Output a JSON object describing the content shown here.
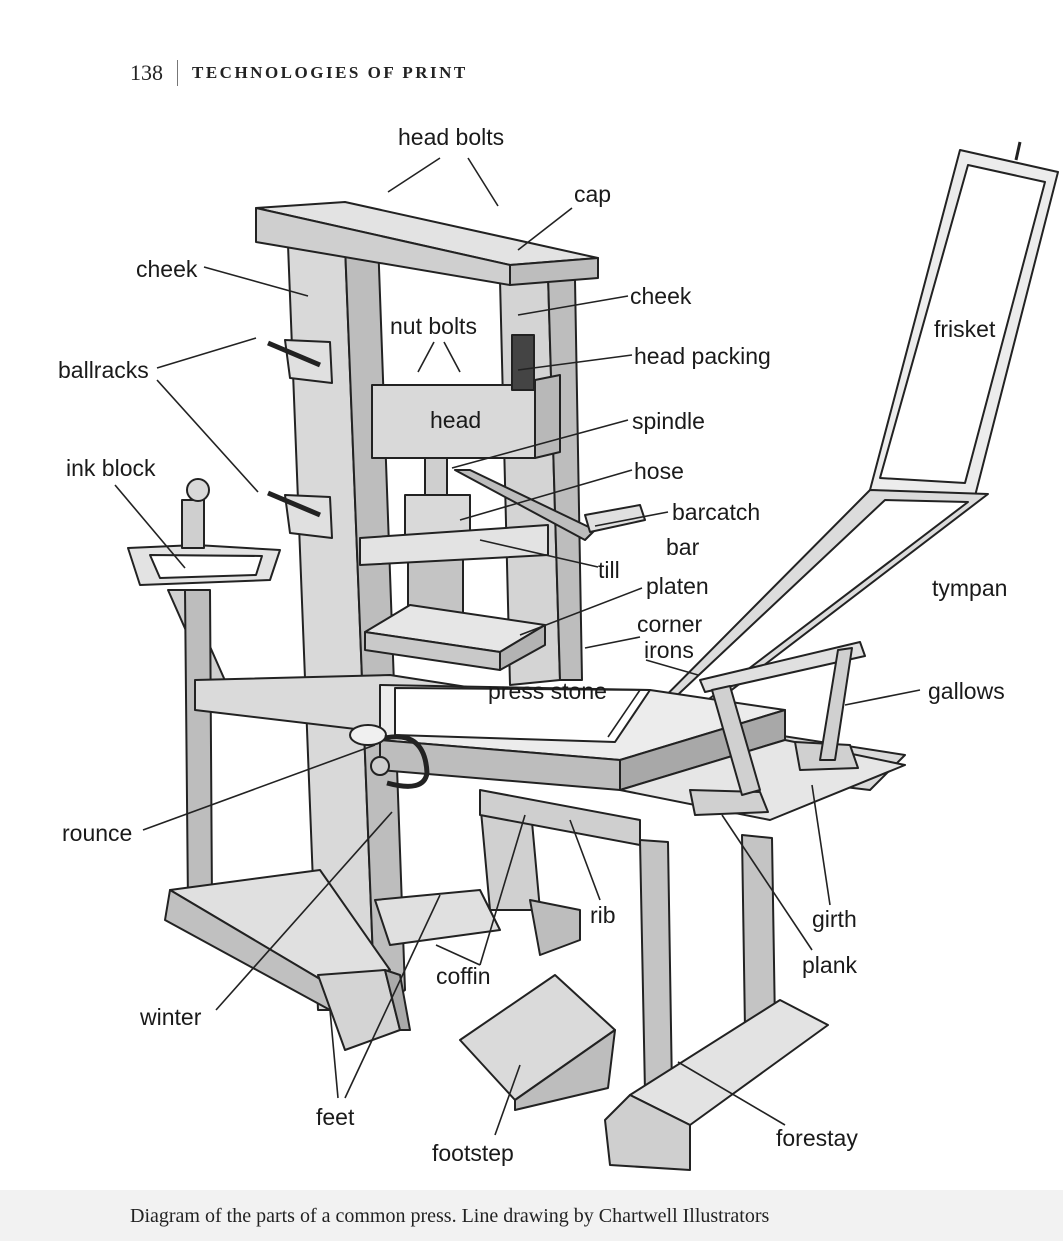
{
  "header": {
    "page_number": "138",
    "section_title": "TECHNOLOGIES OF PRINT"
  },
  "diagram": {
    "labels": {
      "head_bolts": "head bolts",
      "cap": "cap",
      "cheek_left": "cheek",
      "cheek_right": "cheek",
      "nut_bolts": "nut bolts",
      "head_packing": "head packing",
      "ballracks": "ballracks",
      "head": "head",
      "spindle": "spindle",
      "ink_block": "ink block",
      "hose": "hose",
      "barcatch": "barcatch",
      "bar": "bar",
      "till": "till",
      "platen": "platen",
      "corner_irons_1": "corner",
      "corner_irons_2": "irons",
      "frisket": "frisket",
      "tympan": "tympan",
      "press_stone": "press stone",
      "gallows": "gallows",
      "rounce": "rounce",
      "rib": "rib",
      "girth": "girth",
      "plank": "plank",
      "coffin": "coffin",
      "winter": "winter",
      "feet": "feet",
      "footstep": "footstep",
      "forestay": "forestay"
    }
  },
  "caption": "Diagram of the parts of a common press. Line drawing by Chartwell Illustrators"
}
